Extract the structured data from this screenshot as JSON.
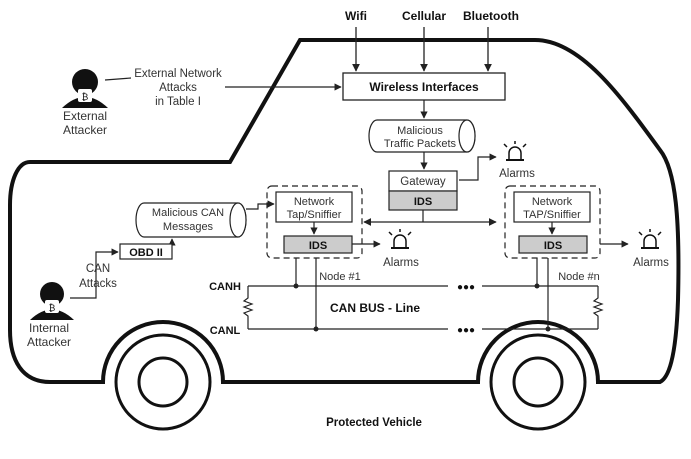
{
  "title": "Protected Vehicle",
  "wireless": {
    "sources": [
      "Wifi",
      "Cellular",
      "Bluetooth"
    ],
    "interfaces": "Wireless Interfaces"
  },
  "external": {
    "attacker": [
      "External",
      "Attacker"
    ],
    "attacks": [
      "External Network",
      "Attacks",
      "in Table I"
    ]
  },
  "internal": {
    "attacker": [
      "Internal",
      "Attacker"
    ],
    "attacks": [
      "CAN",
      "Attacks"
    ],
    "port": "OBD II"
  },
  "malicious_packets": [
    "Malicious",
    "Traffic Packets"
  ],
  "malicious_can": [
    "Malicious CAN",
    "Messages"
  ],
  "gateway": {
    "label": "Gateway",
    "ids": "IDS"
  },
  "node1": {
    "tap": [
      "Network",
      "Tap/Sniffier"
    ],
    "ids": "IDS",
    "label": "Node #1"
  },
  "noden": {
    "tap": [
      "Network",
      "TAP/Sniffier"
    ],
    "ids": "IDS",
    "label": "Node #n"
  },
  "alarms": "Alarms",
  "bus": {
    "canh": "CANH",
    "canl": "CANL",
    "title": "CAN BUS - Line",
    "ellipsis": "●●●"
  }
}
